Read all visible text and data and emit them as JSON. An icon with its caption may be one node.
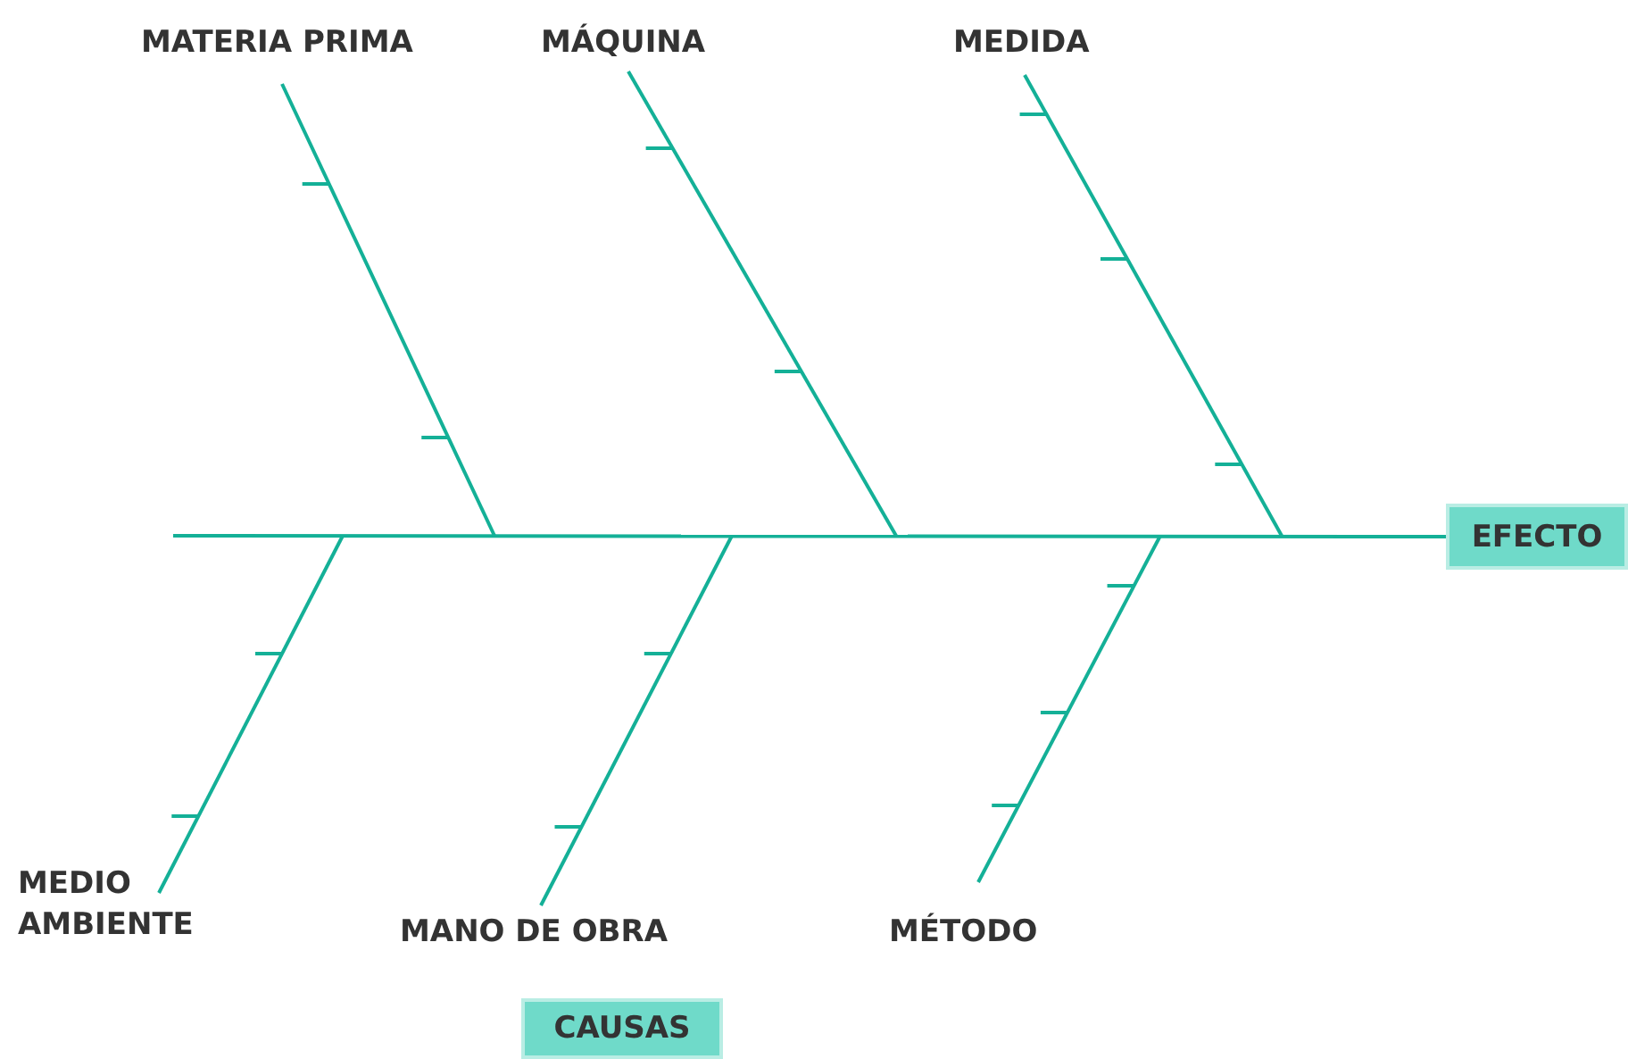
{
  "diagram": {
    "nodes": [
      {
        "text": [
          "MATERIA PRIMA"
        ]
      },
      {
        "text": [
          "MÁQUINA"
        ]
      },
      {
        "text": [
          "MEDIDA"
        ]
      },
      {
        "text": [
          "EFECTO"
        ]
      },
      {
        "text": [
          "MEDIO AMBIENTE"
        ]
      },
      {
        "text": [
          "MANO DE OBRA"
        ]
      },
      {
        "text": [
          "MÉTODO"
        ]
      },
      {
        "text": [
          "CAUSAS"
        ]
      }
    ],
    "edges": [
      {
        "from": null,
        "to": 3,
        "arrow": "none"
      },
      {
        "from": 0,
        "to": null,
        "arrow": "none"
      },
      {
        "from": 1,
        "to": null,
        "arrow": "none"
      },
      {
        "from": 2,
        "to": null,
        "arrow": "none"
      },
      {
        "from": 4,
        "to": null,
        "arrow": "none"
      },
      {
        "from": 5,
        "to": null,
        "arrow": "none"
      },
      {
        "from": 6,
        "to": null,
        "arrow": "none"
      }
    ]
  }
}
